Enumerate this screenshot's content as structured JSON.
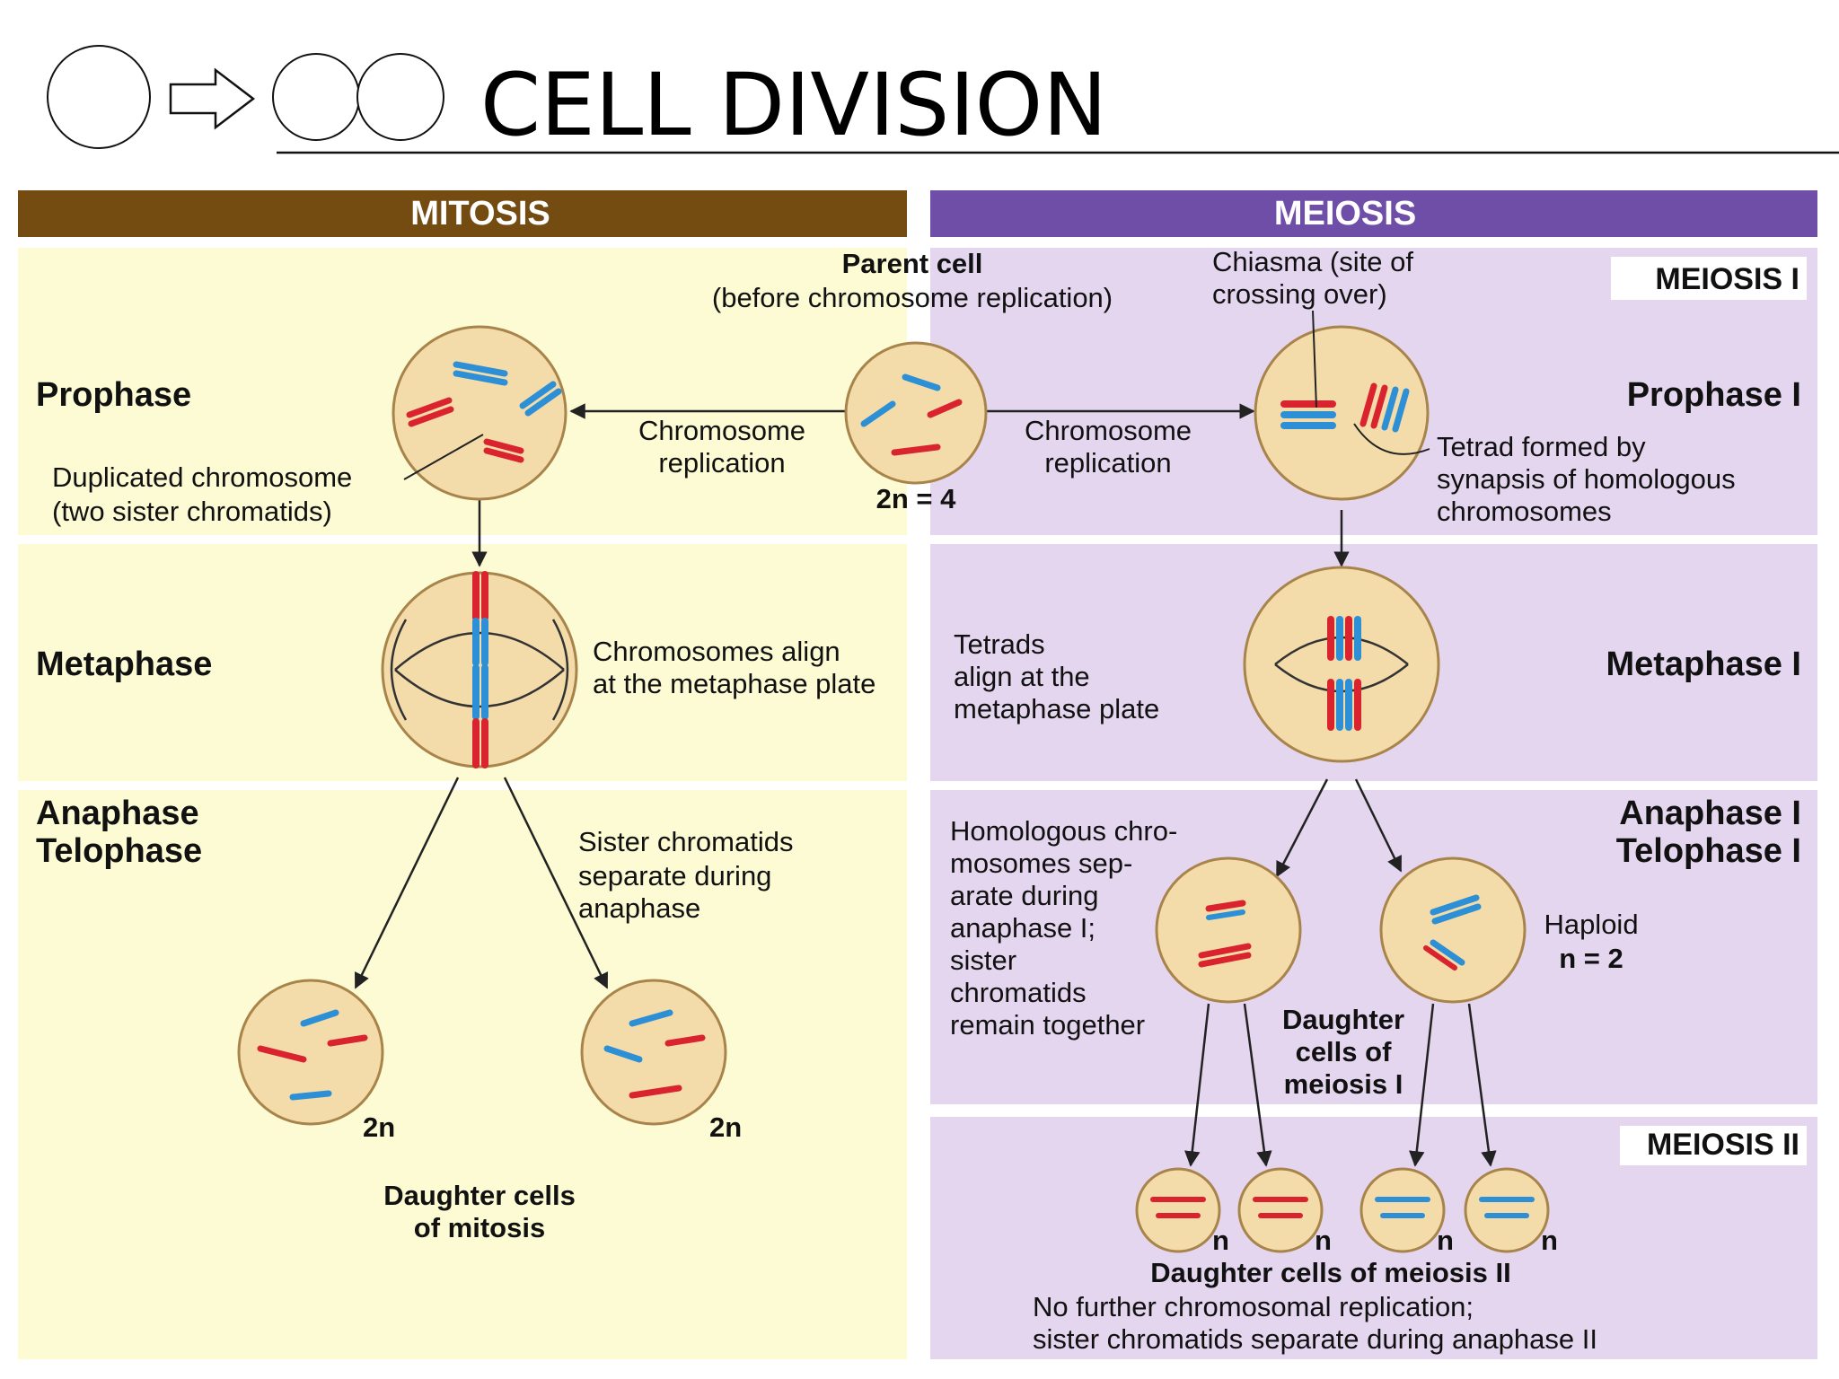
{
  "title": "CELL DIVISION",
  "colors": {
    "mitosis_header": "#744c12",
    "meiosis_header": "#6f4ea8",
    "mitosis_bg": "#fdfbd3",
    "meiosis_bg": "#e4d6ef",
    "cell_fill": "#f3dcaa",
    "cell_stroke": "#a8844b",
    "chromosome_red": "#d9232e",
    "chromosome_blue": "#2d8fd5"
  },
  "headers": {
    "mitosis": "MITOSIS",
    "meiosis": "MEIOSIS"
  },
  "parent": {
    "title": "Parent cell",
    "subtitle": "(before chromosome replication)",
    "ploidy": "2n = 4"
  },
  "mitosis": {
    "replication_line1": "Chromosome",
    "replication_line2": "replication",
    "prophase": "Prophase",
    "duplicated_line1": "Duplicated chromosome",
    "duplicated_line2": "(two sister chromatids)",
    "metaphase": "Metaphase",
    "align_line1": "Chromosomes align",
    "align_line2": "at the metaphase plate",
    "anaphase": "Anaphase",
    "telophase": "Telophase",
    "separate_line1": "Sister chromatids",
    "separate_line2": "separate during",
    "separate_line3": "anaphase",
    "daughter_left_ploidy": "2n",
    "daughter_right_ploidy": "2n",
    "daughters_line1": "Daughter cells",
    "daughters_line2": "of mitosis"
  },
  "meiosis": {
    "meiosis1_box": "MEIOSIS I",
    "chiasma_line1": "Chiasma (site of",
    "chiasma_line2": "crossing over)",
    "replication_line1": "Chromosome",
    "replication_line2": "replication",
    "prophase1": "Prophase I",
    "tetrad_line1": "Tetrad formed by",
    "tetrad_line2": "synapsis of homologous",
    "tetrad_line3": "chromosomes",
    "tetrads_line1": "Tetrads",
    "tetrads_line2": "align at the",
    "tetrads_line3": "metaphase plate",
    "metaphase1": "Metaphase I",
    "anaphase1": "Anaphase I",
    "telophase1": "Telophase I",
    "homologous_lines": [
      "Homologous chro-",
      "mosomes sep-",
      "arate during",
      "anaphase I;",
      "sister",
      "chromatids",
      "remain together"
    ],
    "haploid_line1": "Haploid",
    "haploid_line2": "n = 2",
    "daughter1_line1": "Daughter",
    "daughter1_line2": "cells of",
    "daughter1_line3": "meiosis I",
    "meiosis2_box": "MEIOSIS II",
    "n_labels": [
      "n",
      "n",
      "n",
      "n"
    ],
    "daughter2_title": "Daughter cells of meiosis II",
    "footer_line1": "No further chromosomal replication;",
    "footer_line2": "sister chromatids separate during anaphase II"
  }
}
